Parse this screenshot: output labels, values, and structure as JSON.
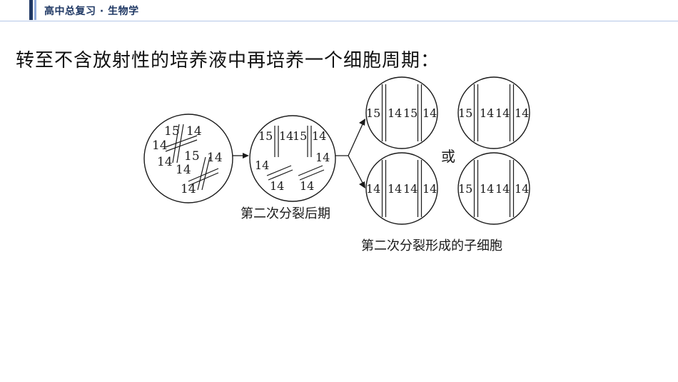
{
  "header": {
    "title": "高中总复习 · 生物学"
  },
  "content": {
    "statement": "转至不含放射性的培养液中再培养一个细胞周期："
  },
  "diagram": {
    "cell1": {
      "labels": [
        "15",
        "14",
        "14",
        "14",
        "15",
        "14",
        "14",
        "14"
      ]
    },
    "cell2": {
      "top_labels": [
        "15",
        "14",
        "15",
        "14"
      ],
      "side_labels": [
        "14",
        "14",
        "14",
        "14"
      ]
    },
    "caption_anaphase": "第二次分裂后期",
    "daughter_top_left": [
      "15",
      "14",
      "15",
      "14"
    ],
    "daughter_bottom_left": [
      "14",
      "14",
      "14",
      "14"
    ],
    "daughter_top_right": [
      "15",
      "14",
      "14",
      "14"
    ],
    "daughter_bottom_right": [
      "15",
      "14",
      "14",
      "14"
    ],
    "or_label": "或",
    "caption_daughters": "第二次分裂形成的子细胞"
  }
}
